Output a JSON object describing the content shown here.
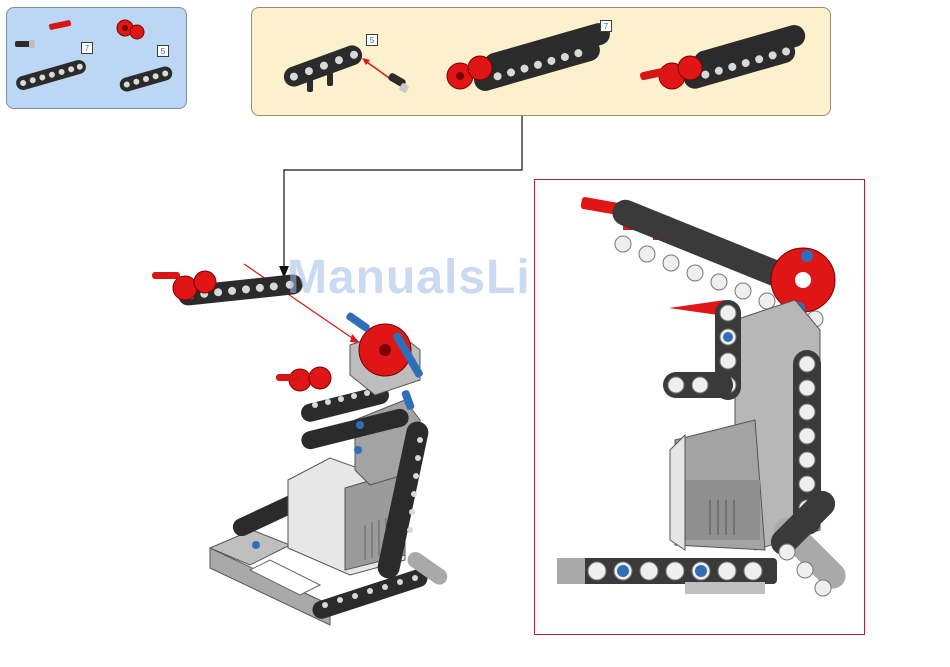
{
  "parts_panel": {
    "labels": [
      "7",
      "5"
    ]
  },
  "sub_panel": {
    "labels": [
      "5",
      "7"
    ]
  },
  "watermark": "ManualsLib.de",
  "colors": {
    "beam_black": "#2b2b2b",
    "beam_grey": "#a7a7a7",
    "brick_red": "#e01515",
    "pin_blue": "#2f6fb8",
    "frame_red": "#b0243a"
  }
}
